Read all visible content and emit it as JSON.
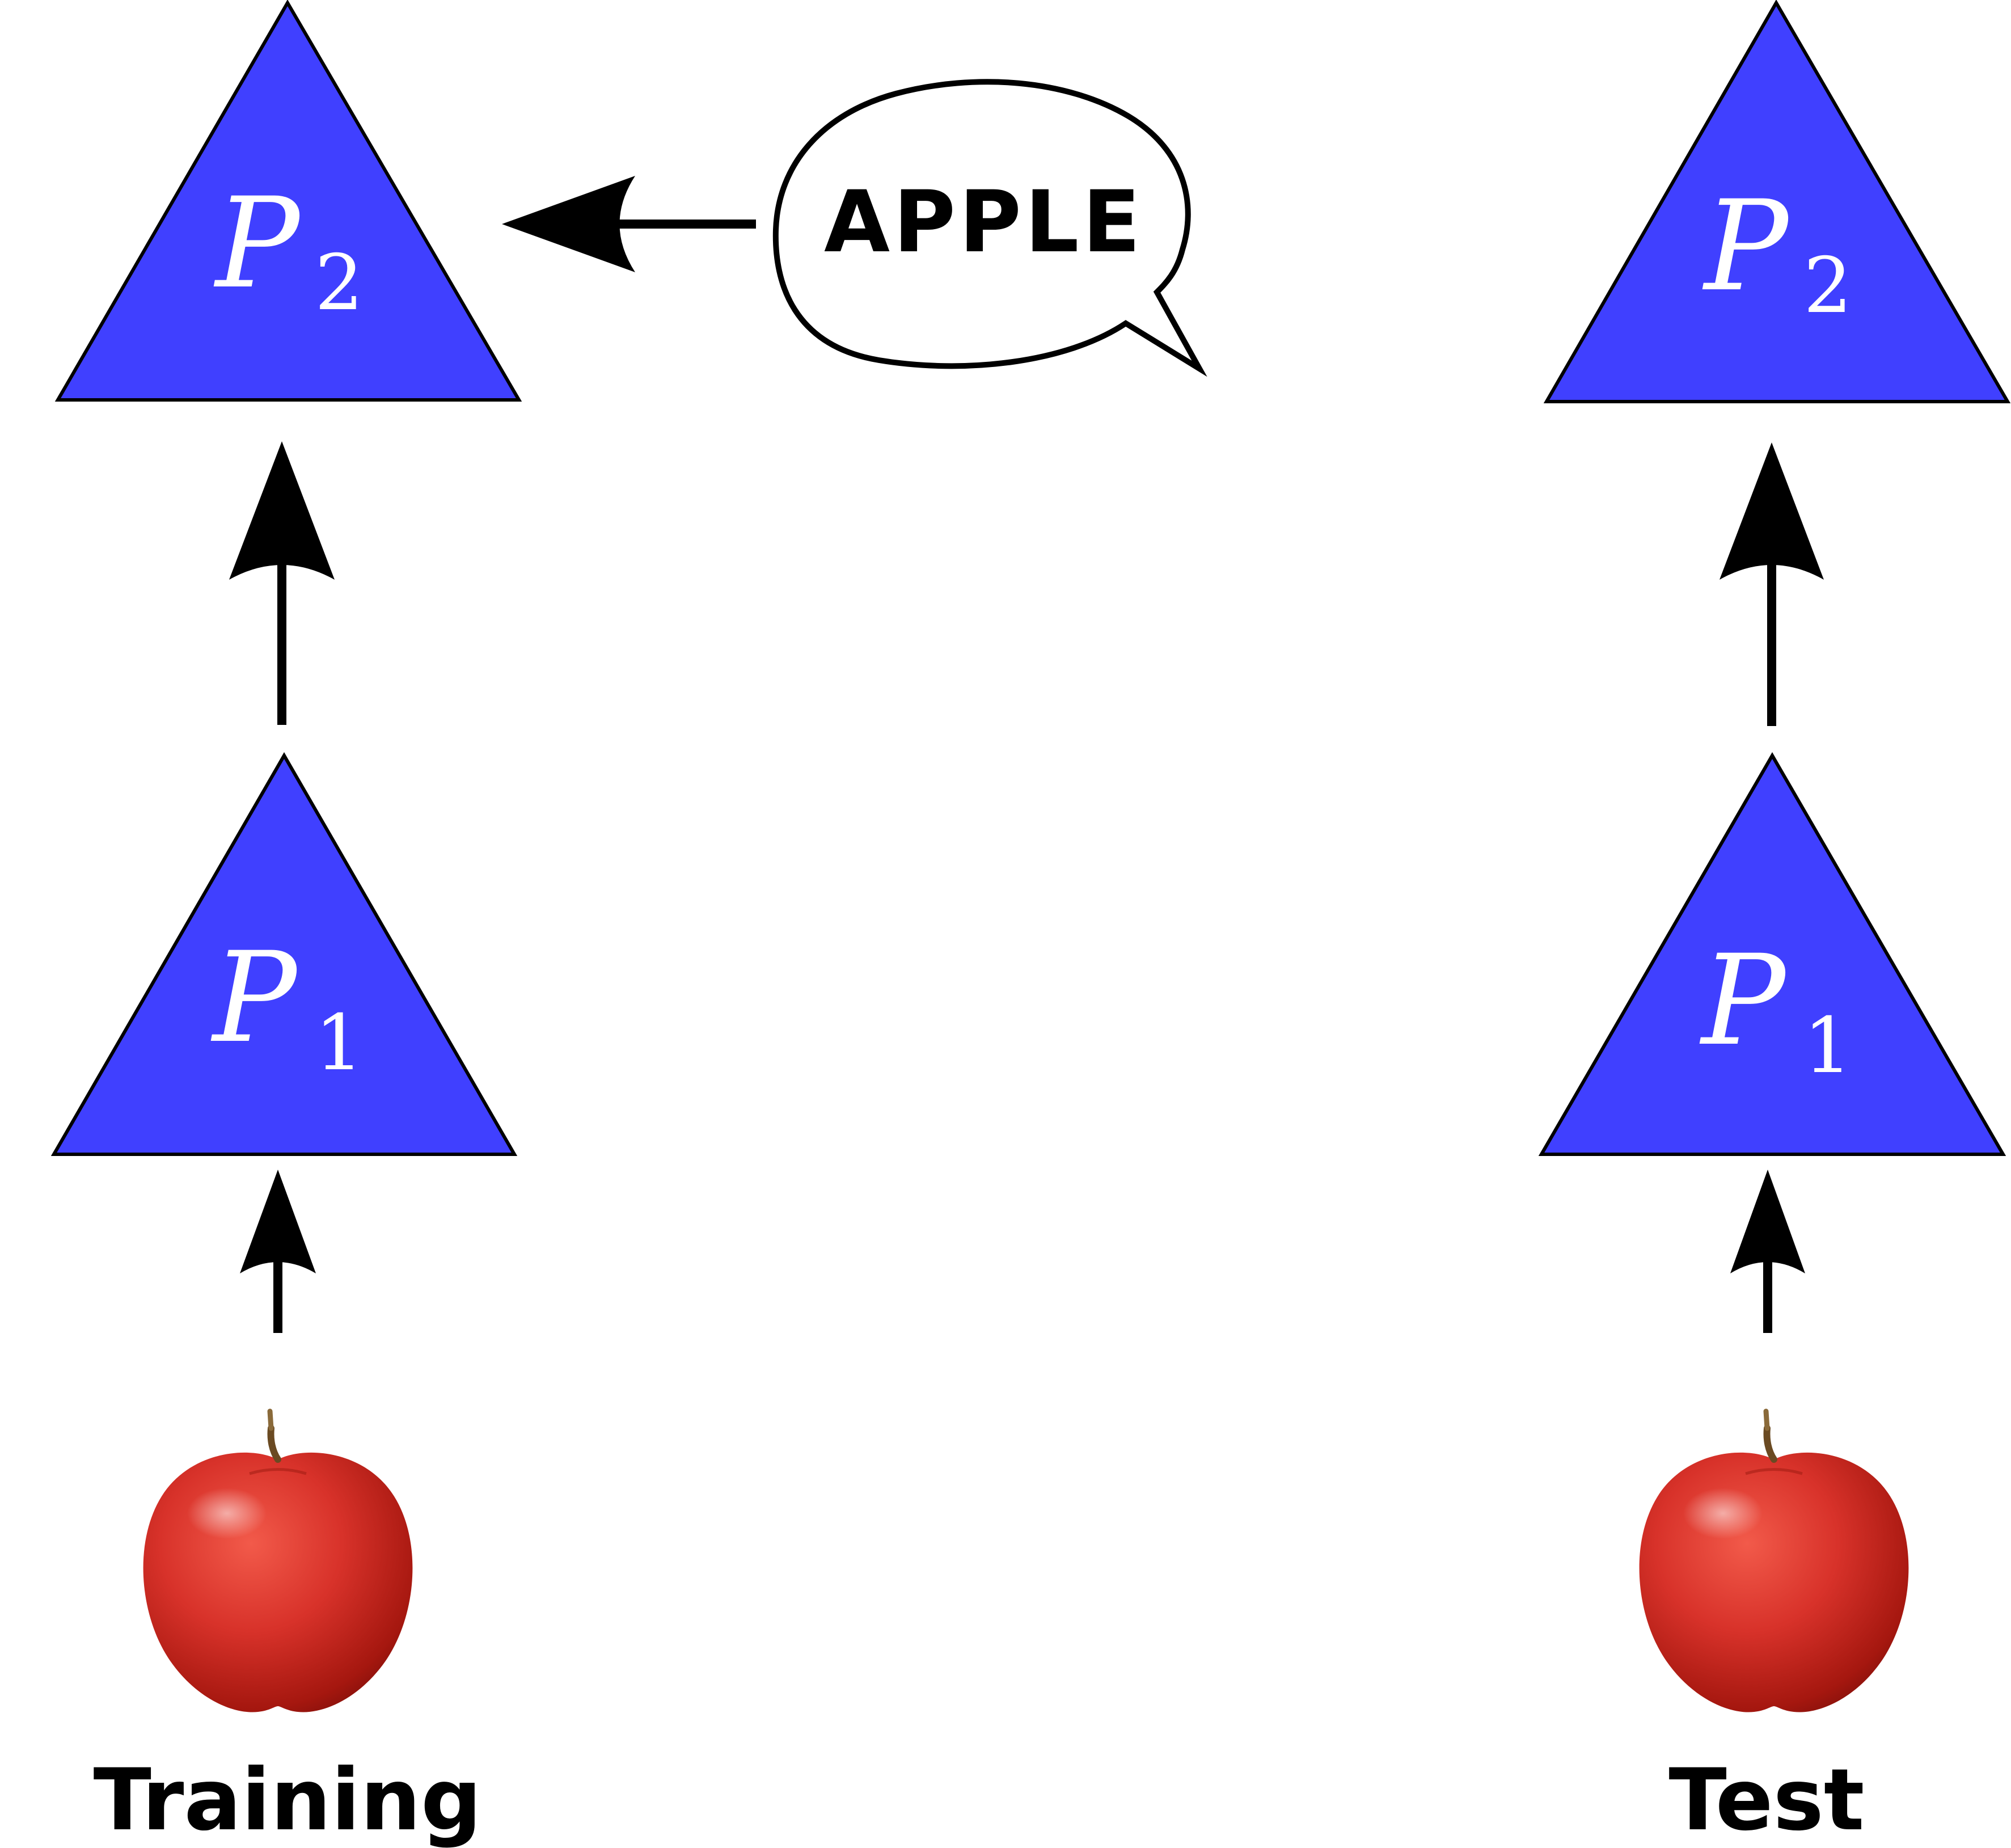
{
  "speech_bubble": {
    "text": "APPLE"
  },
  "training": {
    "caption": "Training",
    "p1": {
      "symbol": "P",
      "subscript": "1"
    },
    "p2": {
      "symbol": "P",
      "subscript": "2"
    },
    "input_image": "red-apple"
  },
  "test": {
    "caption": "Test",
    "p1": {
      "symbol": "P",
      "subscript": "1"
    },
    "p2": {
      "symbol": "P",
      "subscript": "2"
    },
    "input_image": "red-apple"
  },
  "colors": {
    "triangle_fill": "#4040ff",
    "outline": "#000000",
    "apple_red": "#d8322a",
    "background": "#ffffff"
  }
}
